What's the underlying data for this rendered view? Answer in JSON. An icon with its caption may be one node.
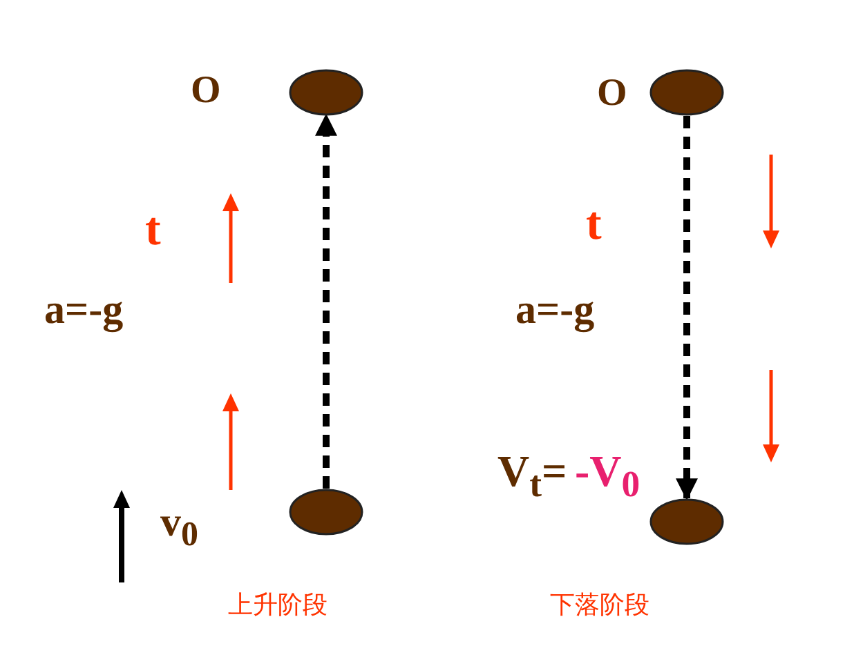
{
  "diagram": {
    "nodes": [
      {
        "text": [],
        "shape": "circle"
      },
      {
        "text": [],
        "shape": "circle"
      },
      {
        "text": [],
        "shape": "circle"
      },
      {
        "text": [],
        "shape": "circle"
      }
    ],
    "edges": [
      {
        "from": 1,
        "to": 0,
        "arrow": "to",
        "style": "dashed"
      },
      {
        "from": 2,
        "to": 3,
        "arrow": "to",
        "style": "dashed"
      }
    ],
    "labels": [
      "O",
      "t",
      "a=-g",
      "v$_{0}$",
      "上升阶段",
      "O",
      "t",
      "a=-g",
      "V$_{t}$=",
      "-V$_{0}$",
      "下落阶段"
    ]
  }
}
